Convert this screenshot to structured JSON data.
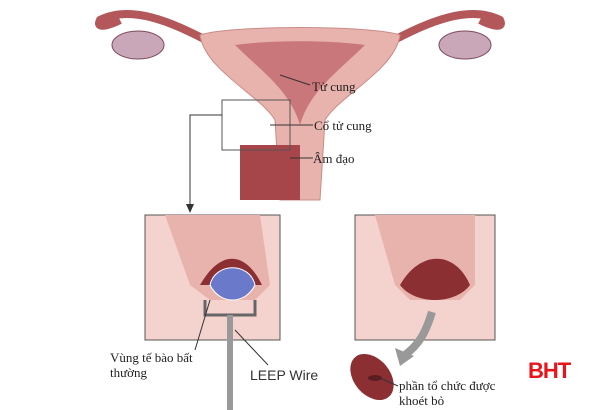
{
  "labels": {
    "uterus": "Tử cung",
    "cervix": "Cổ tử cung",
    "vagina": "Âm đạo",
    "abnormal_cells": "Vùng tế bào bất thường",
    "leep_wire": "LEEP Wire",
    "removed_tissue": "phần tổ chức được khoét bỏ"
  },
  "logo": "BHT",
  "colors": {
    "tissue": "#e9b3ad",
    "dark_tissue": "#8b2f33",
    "abnormal": "#6a79c9",
    "logo": "#e8141b"
  }
}
